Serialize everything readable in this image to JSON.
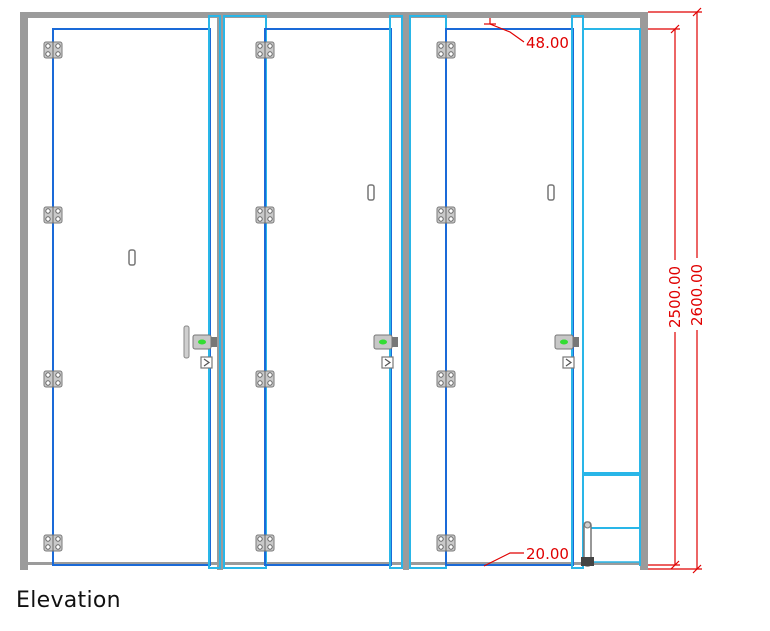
{
  "caption": "Elevation",
  "dimensions": {
    "top_gap": "48.00",
    "bottom_gap": "20.00",
    "door_height": "2500.00",
    "overall_height": "2600.00"
  },
  "colors": {
    "frame_gray": "#9b9b9b",
    "dark_blue": "#1a6ad8",
    "light_blue": "#29b6e8",
    "dimension_red": "#e00000",
    "indicator_green": "#33dd33"
  }
}
